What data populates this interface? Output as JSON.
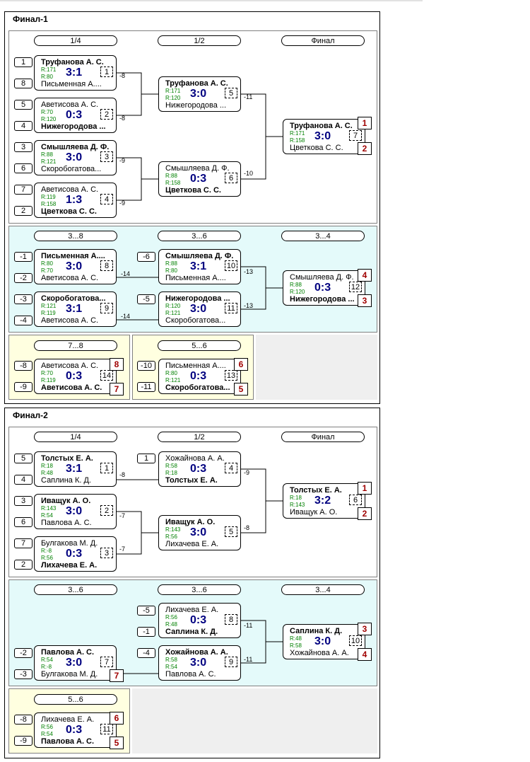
{
  "finals": [
    {
      "title": "Финал-1",
      "main": {
        "headers": [
          "1/4",
          "1/2",
          "Финал"
        ],
        "seeds": [
          "1",
          "8",
          "5",
          "4",
          "3",
          "6",
          "7",
          "2"
        ],
        "matches": [
          {
            "p1": "Труфанова А. С.",
            "r1": "R:171",
            "p2": "Письменная А....",
            "r2": "R:80",
            "score": "3:1",
            "num": "1",
            "win": 1
          },
          {
            "p1": "Аветисова А. С.",
            "r1": "R:70",
            "p2": "Нижегородова ...",
            "r2": "R:120",
            "score": "0:3",
            "num": "2",
            "win": 2
          },
          {
            "p1": "Смышляева Д. Ф.",
            "r1": "R:88",
            "p2": "Скоробогатова...",
            "r2": "R:121",
            "score": "3:0",
            "num": "3",
            "win": 1
          },
          {
            "p1": "Аветисова А. С.",
            "r1": "R:119",
            "p2": "Цветкова С. С.",
            "r2": "R:158",
            "score": "1:3",
            "num": "4",
            "win": 2
          },
          {
            "p1": "Труфанова А. С.",
            "r1": "R:171",
            "p2": "Нижегородова ...",
            "r2": "R:120",
            "score": "3:0",
            "num": "5",
            "win": 1
          },
          {
            "p1": "Смышляева Д. Ф.",
            "r1": "R:88",
            "p2": "Цветкова С. С.",
            "r2": "R:158",
            "score": "0:3",
            "num": "6",
            "win": 2
          },
          {
            "p1": "Труфанова А. С.",
            "r1": "R:171",
            "p2": "Цветкова С. С.",
            "r2": "R:158",
            "score": "3:0",
            "num": "7",
            "win": 1
          }
        ],
        "loser_labels": [
          "-8",
          "-8",
          "-9",
          "-9",
          "-11",
          "-10"
        ],
        "places": [
          "1",
          "2"
        ]
      },
      "consolation": {
        "headers": [
          "3...8",
          "3...6",
          "3...4"
        ],
        "seeds": [
          "-1",
          "-2",
          "-3",
          "-4",
          "-6",
          "-5"
        ],
        "matches": [
          {
            "p1": "Письменная А....",
            "r1": "R:80",
            "p2": "Аветисова А. С.",
            "r2": "R:70",
            "score": "3:0",
            "num": "8",
            "win": 1
          },
          {
            "p1": "Скоробогатова...",
            "r1": "R:121",
            "p2": "Аветисова А. С.",
            "r2": "R:119",
            "score": "3:1",
            "num": "9",
            "win": 1
          },
          {
            "p1": "Смышляева Д. Ф.",
            "r1": "R:88",
            "p2": "Письменная А....",
            "r2": "R:80",
            "score": "3:1",
            "num": "10",
            "win": 1
          },
          {
            "p1": "Нижегородова ...",
            "r1": "R:120",
            "p2": "Скоробогатова...",
            "r2": "R:121",
            "score": "3:0",
            "num": "11",
            "win": 1
          },
          {
            "p1": "Смышляева Д. Ф.",
            "r1": "R:88",
            "p2": "Нижегородова ...",
            "r2": "R:120",
            "score": "0:3",
            "num": "12",
            "win": 2
          }
        ],
        "loser_labels": [
          "-14",
          "-14",
          "-13",
          "-13"
        ],
        "places": [
          "4",
          "3"
        ]
      },
      "placements": [
        {
          "header": "7...8",
          "seeds": [
            "-8",
            "-9"
          ],
          "match": {
            "p1": "Аветисова А. С.",
            "r1": "R:70",
            "p2": "Аветисова А. С.",
            "r2": "R:119",
            "score": "0:3",
            "num": "14",
            "win": 2
          },
          "places": [
            "8",
            "7"
          ]
        },
        {
          "header": "5...6",
          "seeds": [
            "-10",
            "-11"
          ],
          "match": {
            "p1": "Письменная А....",
            "r1": "R:80",
            "p2": "Скоробогатова...",
            "r2": "R:121",
            "score": "0:3",
            "num": "13",
            "win": 2
          },
          "places": [
            "6",
            "5"
          ]
        }
      ]
    },
    {
      "title": "Финал-2",
      "main": {
        "headers": [
          "1/4",
          "1/2",
          "Финал"
        ],
        "seeds": [
          "5",
          "4",
          "3",
          "6",
          "7",
          "2",
          "1"
        ],
        "matches": [
          {
            "p1": "Толстых Е. А.",
            "r1": "R:18",
            "p2": "Саплина К. Д.",
            "r2": "R:48",
            "score": "3:1",
            "num": "1",
            "win": 1
          },
          {
            "p1": "Иващук А. О.",
            "r1": "R:143",
            "p2": "Павлова А. С.",
            "r2": "R:54",
            "score": "3:0",
            "num": "2",
            "win": 1
          },
          {
            "p1": "Булгакова М. Д.",
            "r1": "R:-8",
            "p2": "Лихачева Е. А.",
            "r2": "R:56",
            "score": "0:3",
            "num": "3",
            "win": 2
          },
          {
            "p1": "Хожайнова А. А.",
            "r1": "R:58",
            "p2": "Толстых Е. А.",
            "r2": "R:18",
            "score": "0:3",
            "num": "4",
            "win": 2
          },
          {
            "p1": "Иващук А. О.",
            "r1": "R:143",
            "p2": "Лихачева Е. А.",
            "r2": "R:56",
            "score": "3:0",
            "num": "5",
            "win": 1
          },
          {
            "p1": "Толстых Е. А.",
            "r1": "R:18",
            "p2": "Иващук А. О.",
            "r2": "R:143",
            "score": "3:2",
            "num": "6",
            "win": 1
          }
        ],
        "loser_labels": [
          "-8",
          "-7",
          "-7",
          "-9",
          "-8"
        ],
        "places": [
          "1",
          "2"
        ]
      },
      "consolation": {
        "headers": [
          "3...6",
          "3...6",
          "3...4"
        ],
        "seeds": [
          "-5",
          "-1",
          "-2",
          "-3",
          "-4"
        ],
        "matches": [
          {
            "p1": "Лихачева Е. А.",
            "r1": "R:56",
            "p2": "Саплина К. Д.",
            "r2": "R:48",
            "score": "0:3",
            "num": "8",
            "win": 2
          },
          {
            "p1": "Павлова А. С.",
            "r1": "R:54",
            "p2": "Булгакова М. Д.",
            "r2": "R:-8",
            "score": "3:0",
            "num": "7",
            "win": 1
          },
          {
            "p1": "Хожайнова А. А.",
            "r1": "R:58",
            "p2": "Павлова А. С.",
            "r2": "R:54",
            "score": "3:0",
            "num": "9",
            "win": 1
          },
          {
            "p1": "Саплина К. Д.",
            "r1": "R:48",
            "p2": "Хожайнова А. А.",
            "r2": "R:58",
            "score": "3:0",
            "num": "10",
            "win": 1
          }
        ],
        "loser_labels": [
          "-11",
          "-11"
        ],
        "places": [
          "3",
          "4",
          "7"
        ]
      },
      "placements": [
        {
          "header": "5...6",
          "seeds": [
            "-8",
            "-9"
          ],
          "match": {
            "p1": "Лихачева Е. А.",
            "r1": "R:56",
            "p2": "Павлова А. С.",
            "r2": "R:54",
            "score": "0:3",
            "num": "11",
            "win": 2
          },
          "places": [
            "6",
            "5"
          ]
        }
      ]
    }
  ]
}
